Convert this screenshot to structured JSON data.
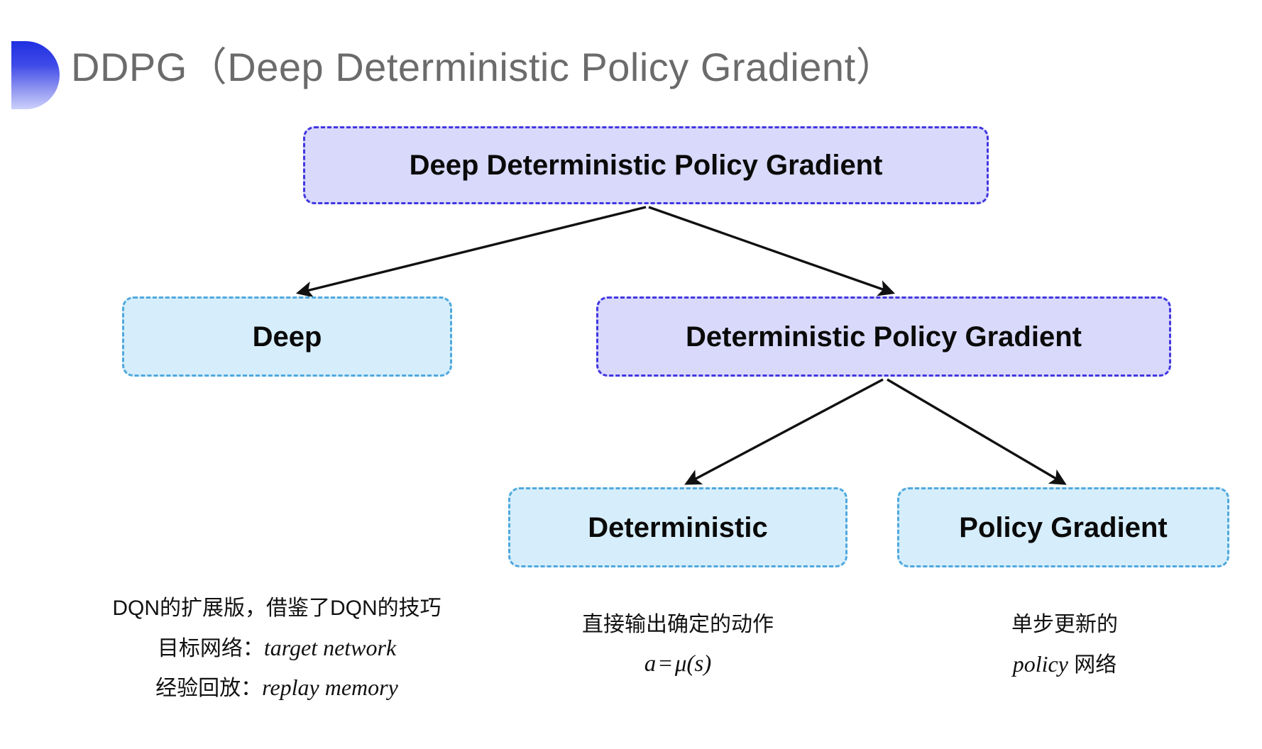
{
  "slide": {
    "title": "DDPG（Deep Deterministic Policy Gradient）",
    "background_color": "#ffffff",
    "bullet_icon": "gradient-half-disc-icon",
    "title_color": "#6b6b6b"
  },
  "palette": {
    "purple_fill": "#d9d9fb",
    "purple_border": "#4136e0",
    "blue_fill": "#d6eefb",
    "blue_border": "#4fa8dd",
    "arrow_color": "#111111"
  },
  "diagram": {
    "type": "tree",
    "nodes": [
      {
        "id": "root",
        "label": "Deep Deterministic Policy Gradient",
        "style": "purple"
      },
      {
        "id": "deep",
        "label": "Deep",
        "style": "blue"
      },
      {
        "id": "dpg",
        "label": "Deterministic Policy Gradient",
        "style": "purple"
      },
      {
        "id": "det",
        "label": "Deterministic",
        "style": "blue"
      },
      {
        "id": "pg",
        "label": "Policy Gradient",
        "style": "blue"
      }
    ],
    "edges": [
      {
        "from": "root",
        "to": "deep"
      },
      {
        "from": "root",
        "to": "dpg"
      },
      {
        "from": "dpg",
        "to": "det"
      },
      {
        "from": "dpg",
        "to": "pg"
      }
    ]
  },
  "annotations": {
    "deep": {
      "line1": "DQN的扩展版，借鉴了DQN的技巧",
      "line2_label": "目标网络：",
      "line2_value": "target network",
      "line3_label": "经验回放：",
      "line3_value": "replay memory"
    },
    "deterministic": {
      "line1": "直接输出确定的动作",
      "formula_lhs": "a",
      "formula_op": "=",
      "formula_rhs": "μ(s)"
    },
    "policy_gradient": {
      "line1": "单步更新的",
      "line2_italic": "policy",
      "line2_rest": " 网络"
    }
  }
}
